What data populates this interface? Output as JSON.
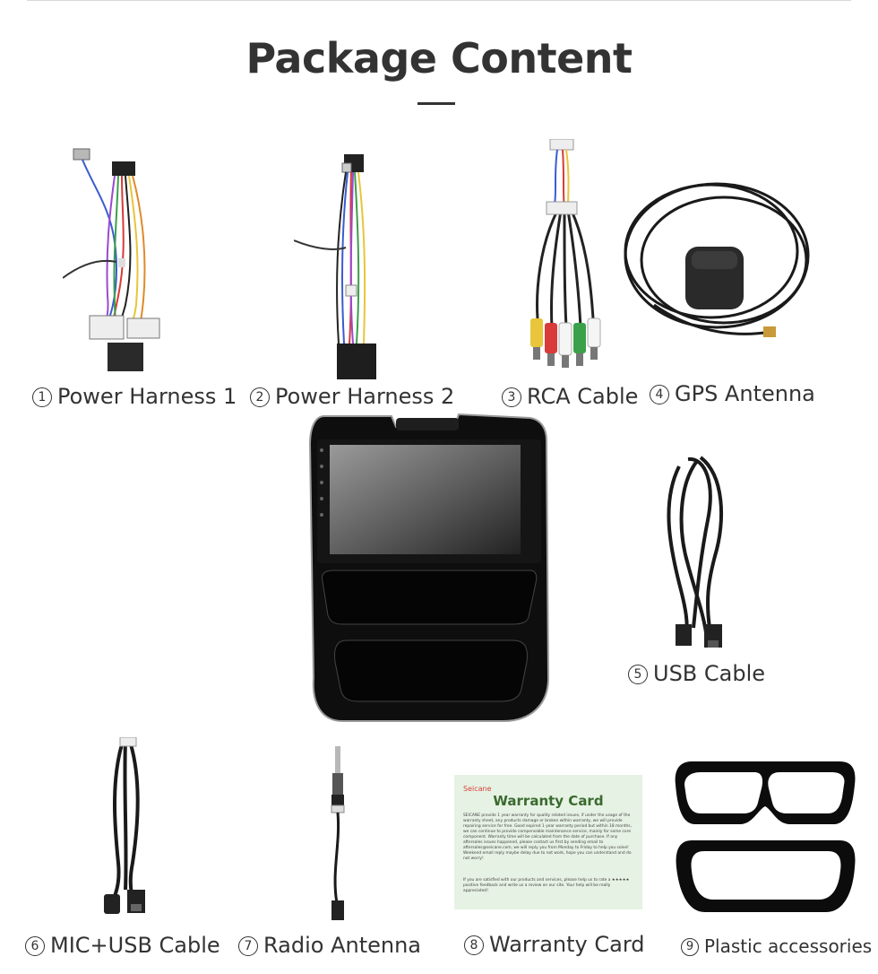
{
  "header": {
    "title": "Package Content"
  },
  "items": [
    {
      "number": "1",
      "name": "Power Harness 1"
    },
    {
      "number": "2",
      "name": "Power Harness 2"
    },
    {
      "number": "3",
      "name": "RCA Cable"
    },
    {
      "number": "4",
      "name": "GPS Antenna"
    },
    {
      "number": "5",
      "name": "USB Cable"
    },
    {
      "number": "6",
      "name": "MIC+USB Cable"
    },
    {
      "number": "7",
      "name": "Radio Antenna"
    },
    {
      "number": "8",
      "name": "Warranty Card"
    },
    {
      "number": "9",
      "name": "Plastic accessories"
    }
  ],
  "warranty_card": {
    "brand": "Seicane",
    "title": "Warranty Card",
    "body": "SEICANE provide 1 year warranty for quality related issues, if under the usage of the warranty sheet, any products damage or broken within warranty, we will provide repairing service for free. Good expired 1 year warranty period but within 18 months, we can continue to provide compensable maintenance service, mainly for some core component. Warranty time will be calculated from the date of purchase. If any aftersales issues happened, please contact us first by sending email to aftersales@seicane.com, we will reply you from Monday to Friday to help you solve! Weekend email reply maybe delay due to not work, hope you can understand and do not worry!",
    "footer": "If you are satisfied with our products and services, please help us to rate a ★★★★★ positive feedback and write us a review on our site. Your help will be really appreciated!"
  },
  "colors": {
    "text": "#333333",
    "card_background": "#e6f2e3",
    "card_title": "#3a6a2f",
    "brand_red": "#d9413a"
  }
}
